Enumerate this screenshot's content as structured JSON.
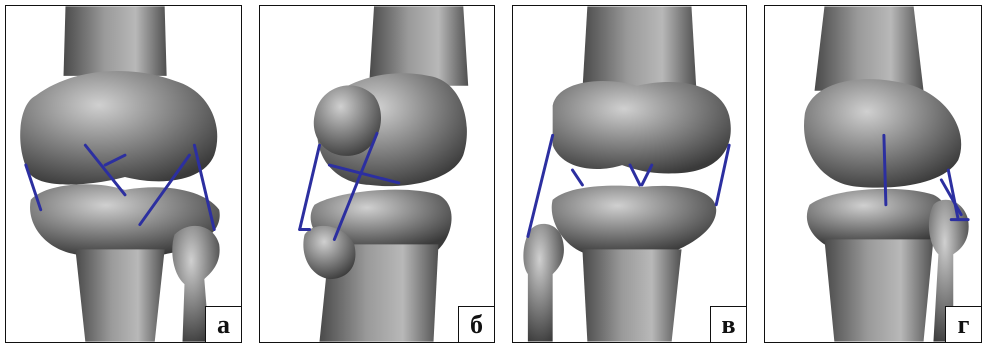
{
  "panels": [
    {
      "label": "а"
    },
    {
      "label": "б"
    },
    {
      "label": "в"
    },
    {
      "label": "г"
    }
  ],
  "colors": {
    "bone_light": "#d2d2d2",
    "bone_mid": "#8a8a8a",
    "bone_dark": "#3a3a3a",
    "ligament": "#2c2fa0",
    "border": "#111111",
    "background": "#ffffff"
  }
}
